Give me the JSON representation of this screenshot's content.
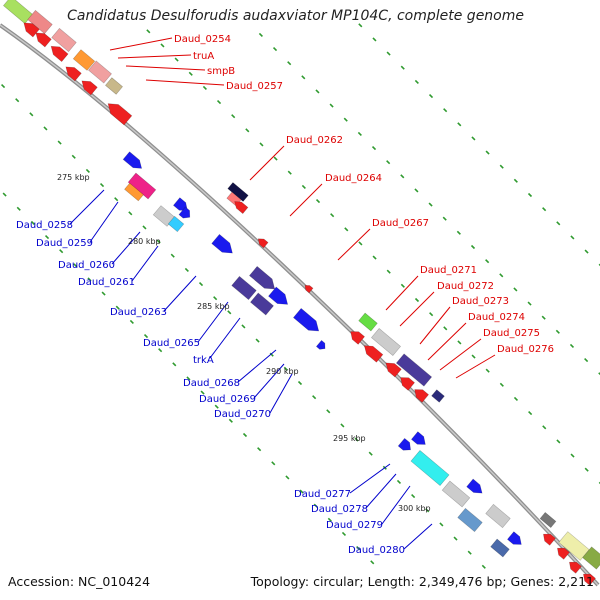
{
  "title": "Candidatus Desulforudis audaxviator MP104C, complete genome",
  "accession": "Accession: NC_010424",
  "summary": "Topology: circular; Length: 2,349,476 bp; Genes: 2,211",
  "colors": {
    "forward_label": "#0000cc",
    "reverse_label": "#dd0000",
    "backbone": "#8a8a8a",
    "tick_dots": "#228b22"
  },
  "ticks": [
    "275 kbp",
    "280 kbp",
    "285 kbp",
    "290 kbp",
    "295 kbp",
    "300 kbp"
  ],
  "reverse_genes": [
    "Daud_0254",
    "truA",
    "smpB",
    "Daud_0257",
    "Daud_0262",
    "Daud_0264",
    "Daud_0267",
    "Daud_0271",
    "Daud_0272",
    "Daud_0273",
    "Daud_0274",
    "Daud_0275",
    "Daud_0276"
  ],
  "forward_genes": [
    "Daud_0258",
    "Daud_0259",
    "Daud_0260",
    "Daud_0261",
    "Daud_0263",
    "Daud_0265",
    "trkA",
    "Daud_0268",
    "Daud_0269",
    "Daud_0270",
    "Daud_0277",
    "Daud_0278",
    "Daud_0279",
    "Daud_0280"
  ]
}
